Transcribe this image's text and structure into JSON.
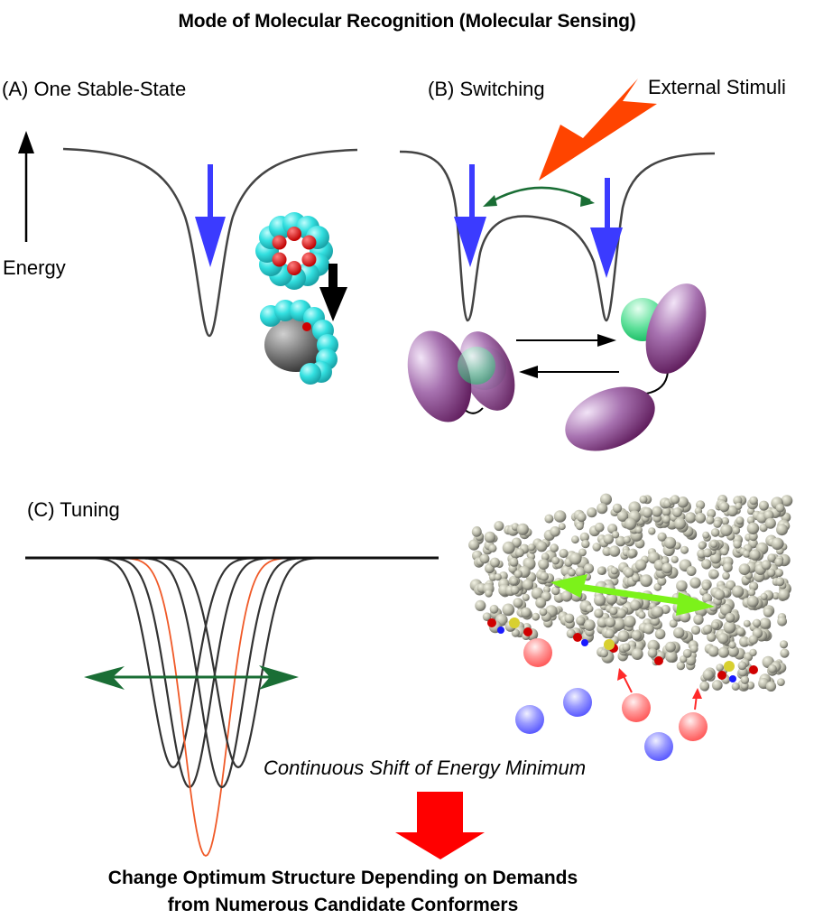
{
  "title": "Mode of Molecular Recognition (Molecular Sensing)",
  "panels": {
    "a": {
      "label": "(A) One Stable-State",
      "axis_label": "Energy"
    },
    "b": {
      "label": "(B) Switching",
      "stimulus_label": "External Stimuli"
    },
    "c": {
      "label": "(C) Tuning",
      "caption": "Continuous Shift of Energy Minimum"
    }
  },
  "conclusion": {
    "line1": "Change Optimum Structure Depending on Demands",
    "line2": "from Numerous Candidate Conformers"
  },
  "colors": {
    "curve": "#444444",
    "blue_arrow": "#3b3bff",
    "stimulus": "#ff4400",
    "green_arrow": "#1a6e35",
    "lime_arrow": "#7cf21a",
    "tuning_highlight": "#f05a28",
    "result_arrow": "#ff0000",
    "cyan_atom": "#33e0e0",
    "oxygen": "#e00000",
    "purple": "#7a2e78",
    "green_ball": "#35d67a",
    "cation": "#ff7a7a",
    "anion": "#7a7aff"
  }
}
